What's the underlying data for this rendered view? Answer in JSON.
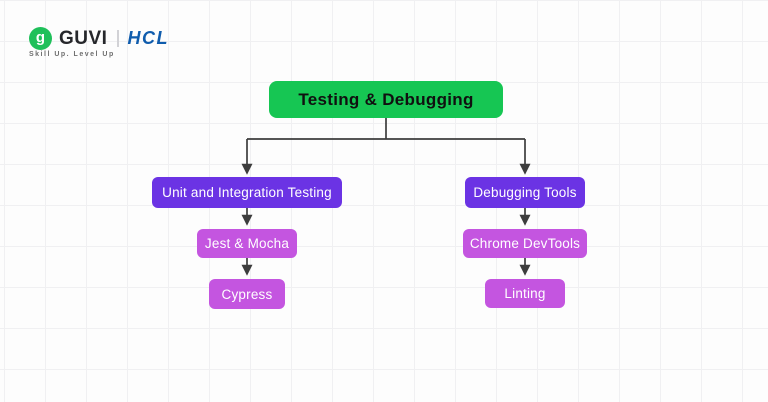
{
  "header": {
    "guvi_monogram": "g",
    "guvi_wordmark": "GUVI",
    "hcl_wordmark": "HCL",
    "tagline": "Skill Up. Level Up"
  },
  "colors": {
    "root_green": "#16c653",
    "branch_purple": "#6b33e4",
    "leaf_magenta": "#c455e0",
    "connector_dark": "#3d3d3d",
    "hcl_blue": "#0f5cad",
    "guvi_circle_green": "#1fc05a"
  },
  "diagram": {
    "root": "Testing & Debugging",
    "branches": [
      {
        "label": "Unit and Integration Testing",
        "children": [
          "Jest & Mocha",
          "Cypress"
        ]
      },
      {
        "label": "Debugging Tools",
        "children": [
          "Chrome DevTools",
          "Linting"
        ]
      }
    ]
  }
}
